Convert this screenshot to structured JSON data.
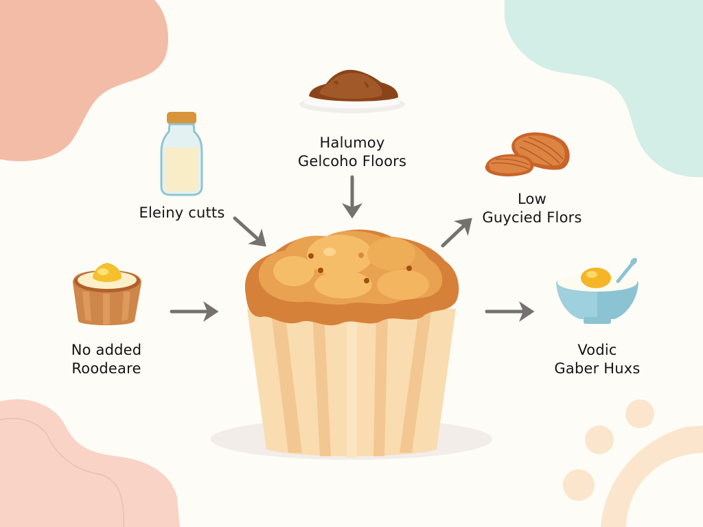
{
  "diagram": {
    "title": "",
    "center": {
      "name": "muffin",
      "icon": "muffin-icon"
    },
    "nodes": [
      {
        "id": "top",
        "icon": "cocoa-powder-plate-icon",
        "label_lines": [
          "Halumoy",
          "Gelcoho Floors"
        ],
        "arrow_direction": "into-center"
      },
      {
        "id": "upper-left",
        "icon": "milk-bottle-icon",
        "label_lines": [
          "Eleiny cutts"
        ],
        "arrow_direction": "into-center"
      },
      {
        "id": "upper-right",
        "icon": "almonds-icon",
        "label_lines": [
          "Low",
          "Guycied Flors"
        ],
        "arrow_direction": "out-of-center"
      },
      {
        "id": "left",
        "icon": "custard-tart-icon",
        "label_lines": [
          "No added",
          "Roodeare"
        ],
        "arrow_direction": "into-center"
      },
      {
        "id": "right",
        "icon": "yogurt-bowl-egg-icon",
        "label_lines": [
          "Vodic",
          "Gaber Huxs"
        ],
        "arrow_direction": "out-of-center"
      }
    ],
    "colors": {
      "background": "#fdfcf7",
      "blob_top_left": "#f3bca7",
      "blob_top_right": "#d3ede7",
      "blob_bottom_left": "#f9d3c6",
      "dots_bottom_right": "#fbe6cd",
      "arrow": "#767171",
      "text": "#141414",
      "muffin_top": "#e9a24f",
      "muffin_crust": "#d6813a",
      "muffin_liner": "#f9dcb0"
    }
  }
}
